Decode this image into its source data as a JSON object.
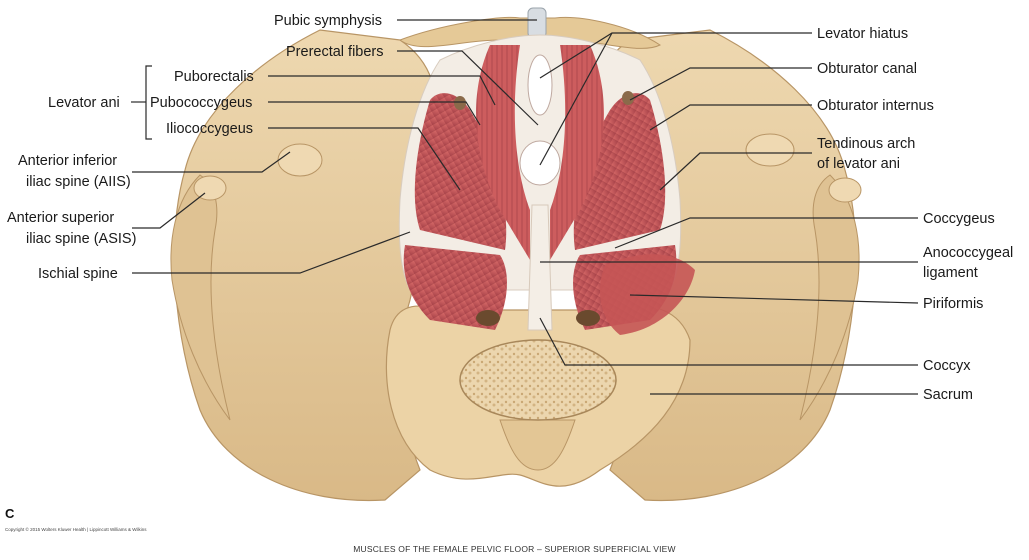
{
  "labels": {
    "pubic_symphysis": "Pubic symphysis",
    "prerectal_fibers": "Prerectal fibers",
    "levator_ani": "Levator ani",
    "puborectalis": "Puborectalis",
    "pubococcygeus": "Pubococcygeus",
    "iliococcygeus": "Iliococcygeus",
    "aiis_1": "Anterior inferior",
    "aiis_2": "iliac spine (AIIS)",
    "asis_1": "Anterior superior",
    "asis_2": "iliac spine (ASIS)",
    "ischial_spine": "Ischial spine",
    "levator_hiatus": "Levator hiatus",
    "obturator_canal": "Obturator canal",
    "obturator_internus": "Obturator internus",
    "tendinous_arch_1": "Tendinous arch",
    "tendinous_arch_2": "of levator ani",
    "coccygeus": "Coccygeus",
    "anococcygeal_1": "Anococcygeal",
    "anococcygeal_2": "ligament",
    "piriformis": "Piriformis",
    "coccyx": "Coccyx",
    "sacrum": "Sacrum"
  },
  "panel_letter": "C",
  "copyright": "Copyright © 2015 Wolters Kluwer Health | Lippincott Williams & Wilkins",
  "caption": "MUSCLES OF THE FEMALE PELVIC FLOOR – SUPERIOR SUPERFICIAL VIEW",
  "colors": {
    "bone": "#e8cfa3",
    "bone_shadow": "#caa877",
    "muscle": "#c8595a",
    "muscle_dark": "#9e3b3f",
    "tendon": "#f2ece4"
  }
}
